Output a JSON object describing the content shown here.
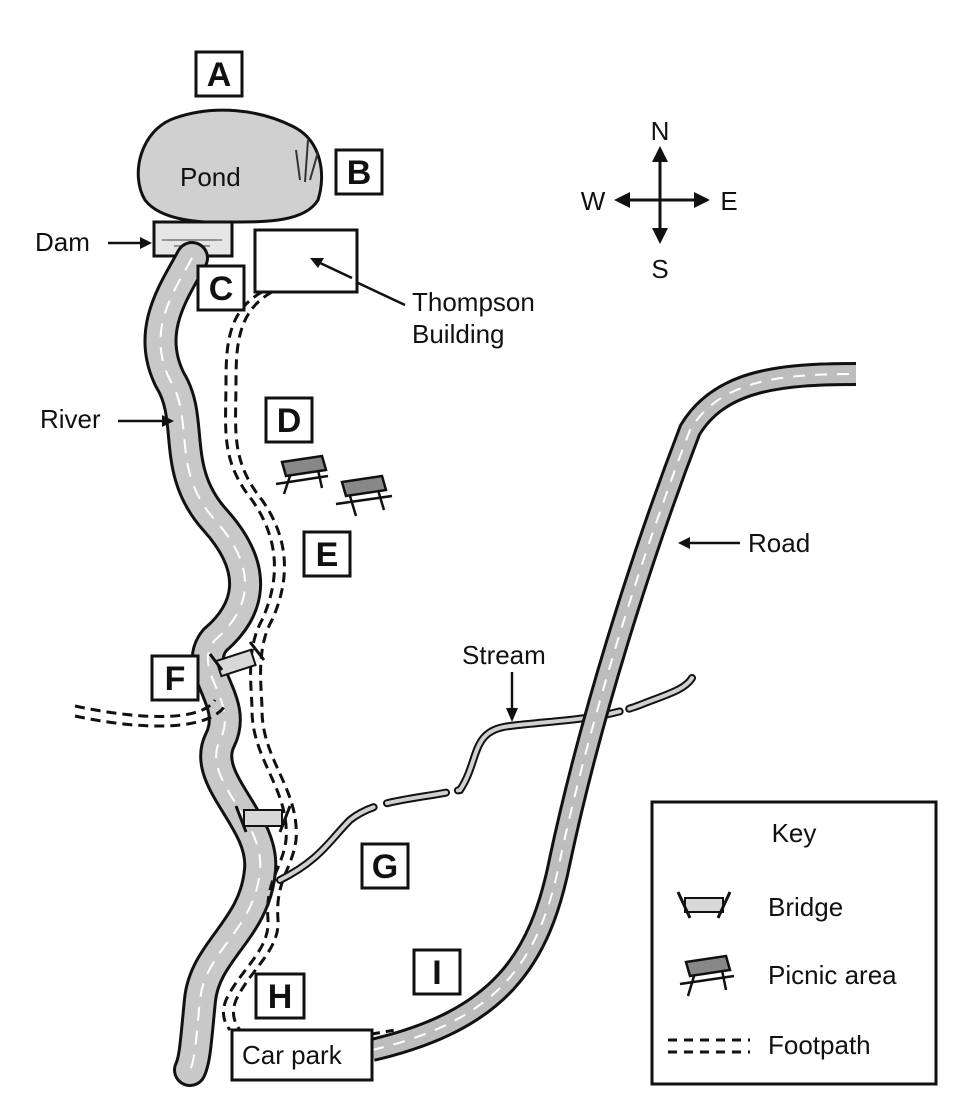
{
  "map": {
    "location_boxes": [
      "A",
      "B",
      "C",
      "D",
      "E",
      "F",
      "G",
      "H",
      "I"
    ],
    "labels": {
      "pond": "Pond",
      "dam": "Dam",
      "river": "River",
      "thompson_line1": "Thompson",
      "thompson_line2": "Building",
      "road": "Road",
      "stream": "Stream",
      "car_park": "Car park"
    },
    "compass": {
      "n": "N",
      "s": "S",
      "e": "E",
      "w": "W"
    }
  },
  "key": {
    "title": "Key",
    "items": [
      {
        "label": "Bridge",
        "icon": "bridge-icon"
      },
      {
        "label": "Picnic area",
        "icon": "picnic-table-icon"
      },
      {
        "label": "Footpath",
        "icon": "footpath-icon"
      }
    ]
  },
  "colors": {
    "water": "#c8c8c8",
    "road": "#bdbdbd",
    "ink": "#111111"
  }
}
